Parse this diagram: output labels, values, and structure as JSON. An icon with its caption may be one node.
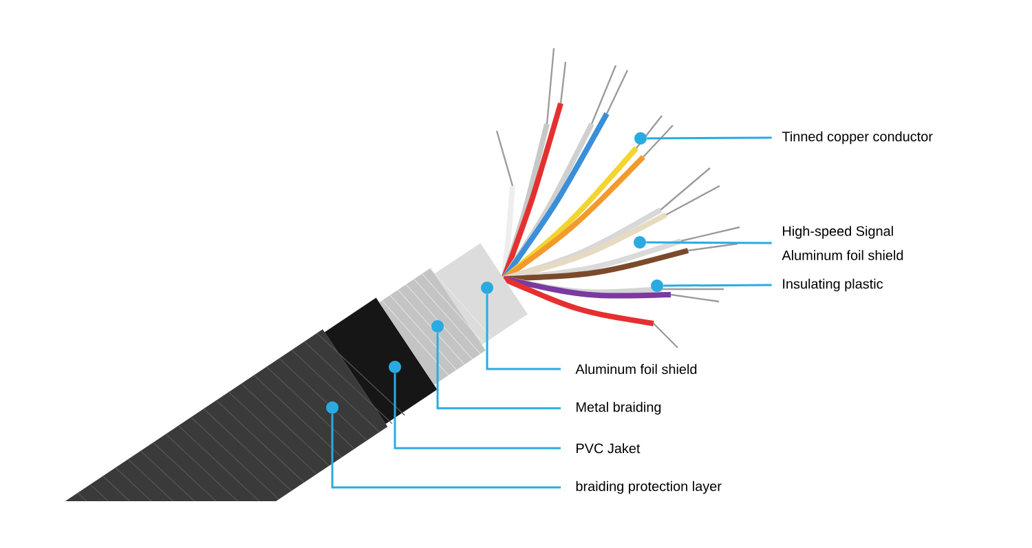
{
  "diagram": {
    "nodes": [
      {
        "text": [
          "Tinned copper conductor"
        ]
      },
      {
        "text": [],
        "shape": "circle"
      },
      {
        "text": [
          "High-speed Signal",
          "Aluminum foil shield"
        ]
      },
      {
        "text": [],
        "shape": "circle"
      },
      {
        "text": [
          "Insulating plastic"
        ]
      },
      {
        "text": [],
        "shape": "circle"
      },
      {
        "text": [
          "Aluminum foil shield"
        ]
      },
      {
        "text": [],
        "shape": "circle"
      },
      {
        "text": [
          "Metal braiding"
        ]
      },
      {
        "text": [],
        "shape": "circle"
      },
      {
        "text": [
          "PVC Jaket"
        ]
      },
      {
        "text": [],
        "shape": "circle"
      },
      {
        "text": [
          "braiding protection layer"
        ]
      },
      {
        "text": [],
        "shape": "circle"
      }
    ],
    "edges": [
      {
        "from": 0,
        "to": 1,
        "arrow": "none"
      },
      {
        "from": 2,
        "to": 3,
        "arrow": "none"
      },
      {
        "from": 4,
        "to": 5,
        "arrow": "none"
      },
      {
        "from": 6,
        "to": 7,
        "arrow": "none"
      },
      {
        "from": 8,
        "to": 9,
        "arrow": "none"
      },
      {
        "from": 10,
        "to": 11,
        "arrow": "none"
      },
      {
        "from": 12,
        "to": 13,
        "arrow": "none"
      }
    ]
  }
}
